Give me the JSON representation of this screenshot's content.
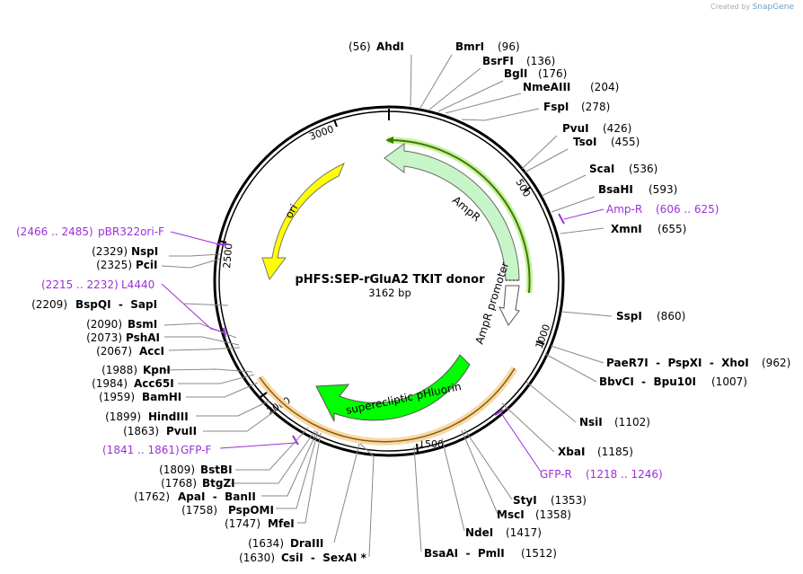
{
  "credit": {
    "prefix": "Created by",
    "brand": "SnapGene"
  },
  "plasmid": {
    "name": "pHFS:SEP-rGluA2 TKIT donor",
    "length_label": "3162 bp",
    "length": 3162
  },
  "tick_labels": [
    "500",
    "1000",
    "1500",
    "2000",
    "2500",
    "3000"
  ],
  "features": [
    {
      "name": "AmpR",
      "type": "gene",
      "color": "#c8f5c8"
    },
    {
      "name": "AmpR promoter",
      "type": "promoter",
      "color": "#ffffff"
    },
    {
      "name": "ori",
      "type": "origin",
      "color": "#ffff00"
    },
    {
      "name": "superecliptic pHluorin",
      "type": "gene",
      "color": "#00ff00"
    }
  ],
  "enzymes_right": [
    {
      "pos": "(56)",
      "name": "AhdI"
    },
    {
      "name": "BmrI",
      "pos": "(96)"
    },
    {
      "name": "BsrFI",
      "pos": "(136)"
    },
    {
      "name": "BglI",
      "pos": "(176)"
    },
    {
      "name": "NmeAIII",
      "pos": "(204)"
    },
    {
      "name": "FspI",
      "pos": "(278)"
    },
    {
      "name": "PvuI",
      "pos": "(426)"
    },
    {
      "name": "TsoI",
      "pos": "(455)"
    },
    {
      "name": "ScaI",
      "pos": "(536)"
    },
    {
      "name": "BsaHI",
      "pos": "(593)"
    },
    {
      "name": "XmnI",
      "pos": "(655)"
    },
    {
      "name": "SspI",
      "pos": "(860)"
    },
    {
      "name": "PaeR7I  -  PspXI  -  XhoI",
      "pos": "(962)"
    },
    {
      "name": "BbvCI  -  Bpu10I",
      "pos": "(1007)"
    },
    {
      "name": "NsiI",
      "pos": "(1102)"
    },
    {
      "name": "XbaI",
      "pos": "(1185)"
    },
    {
      "name": "StyI",
      "pos": "(1353)"
    },
    {
      "name": "MscI",
      "pos": "(1358)"
    },
    {
      "name": "NdeI",
      "pos": "(1417)"
    },
    {
      "name": "BsaAI  -  PmlI",
      "pos": "(1512)"
    }
  ],
  "enzymes_left": [
    {
      "pos": "(2329)",
      "name": "NspI"
    },
    {
      "pos": "(2325)",
      "name": "PciI"
    },
    {
      "pos": "(2209)",
      "name": "BspQI  -  SapI"
    },
    {
      "pos": "(2090)",
      "name": "BsmI"
    },
    {
      "pos": "(2073)",
      "name": "PshAI"
    },
    {
      "pos": "(2067)",
      "name": "AccI"
    },
    {
      "pos": "(1988)",
      "name": "KpnI"
    },
    {
      "pos": "(1984)",
      "name": "Acc65I"
    },
    {
      "pos": "(1959)",
      "name": "BamHI"
    },
    {
      "pos": "(1899)",
      "name": "HindIII"
    },
    {
      "pos": "(1863)",
      "name": "PvuII"
    },
    {
      "pos": "(1809)",
      "name": "BstBI"
    },
    {
      "pos": "(1768)",
      "name": "BtgZI"
    },
    {
      "pos": "(1762)",
      "name": "ApaI  -  BanII"
    },
    {
      "pos": "(1758)",
      "name": "PspOMI"
    },
    {
      "pos": "(1747)",
      "name": "MfeI"
    },
    {
      "pos": "(1634)",
      "name": "DraIII"
    },
    {
      "pos": "(1630)",
      "name": "CsiI  -  SexAI *"
    }
  ],
  "primers": [
    {
      "name": "Amp-R",
      "range": "(606 .. 625)"
    },
    {
      "name": "GFP-R",
      "range": "(1218 .. 1246)"
    },
    {
      "range": "(1841 .. 1861)",
      "name": "GFP-F"
    },
    {
      "range": "(2215 .. 2232)",
      "name": "L4440"
    },
    {
      "range": "(2466 .. 2485)",
      "name": "pBR322ori-F"
    }
  ]
}
